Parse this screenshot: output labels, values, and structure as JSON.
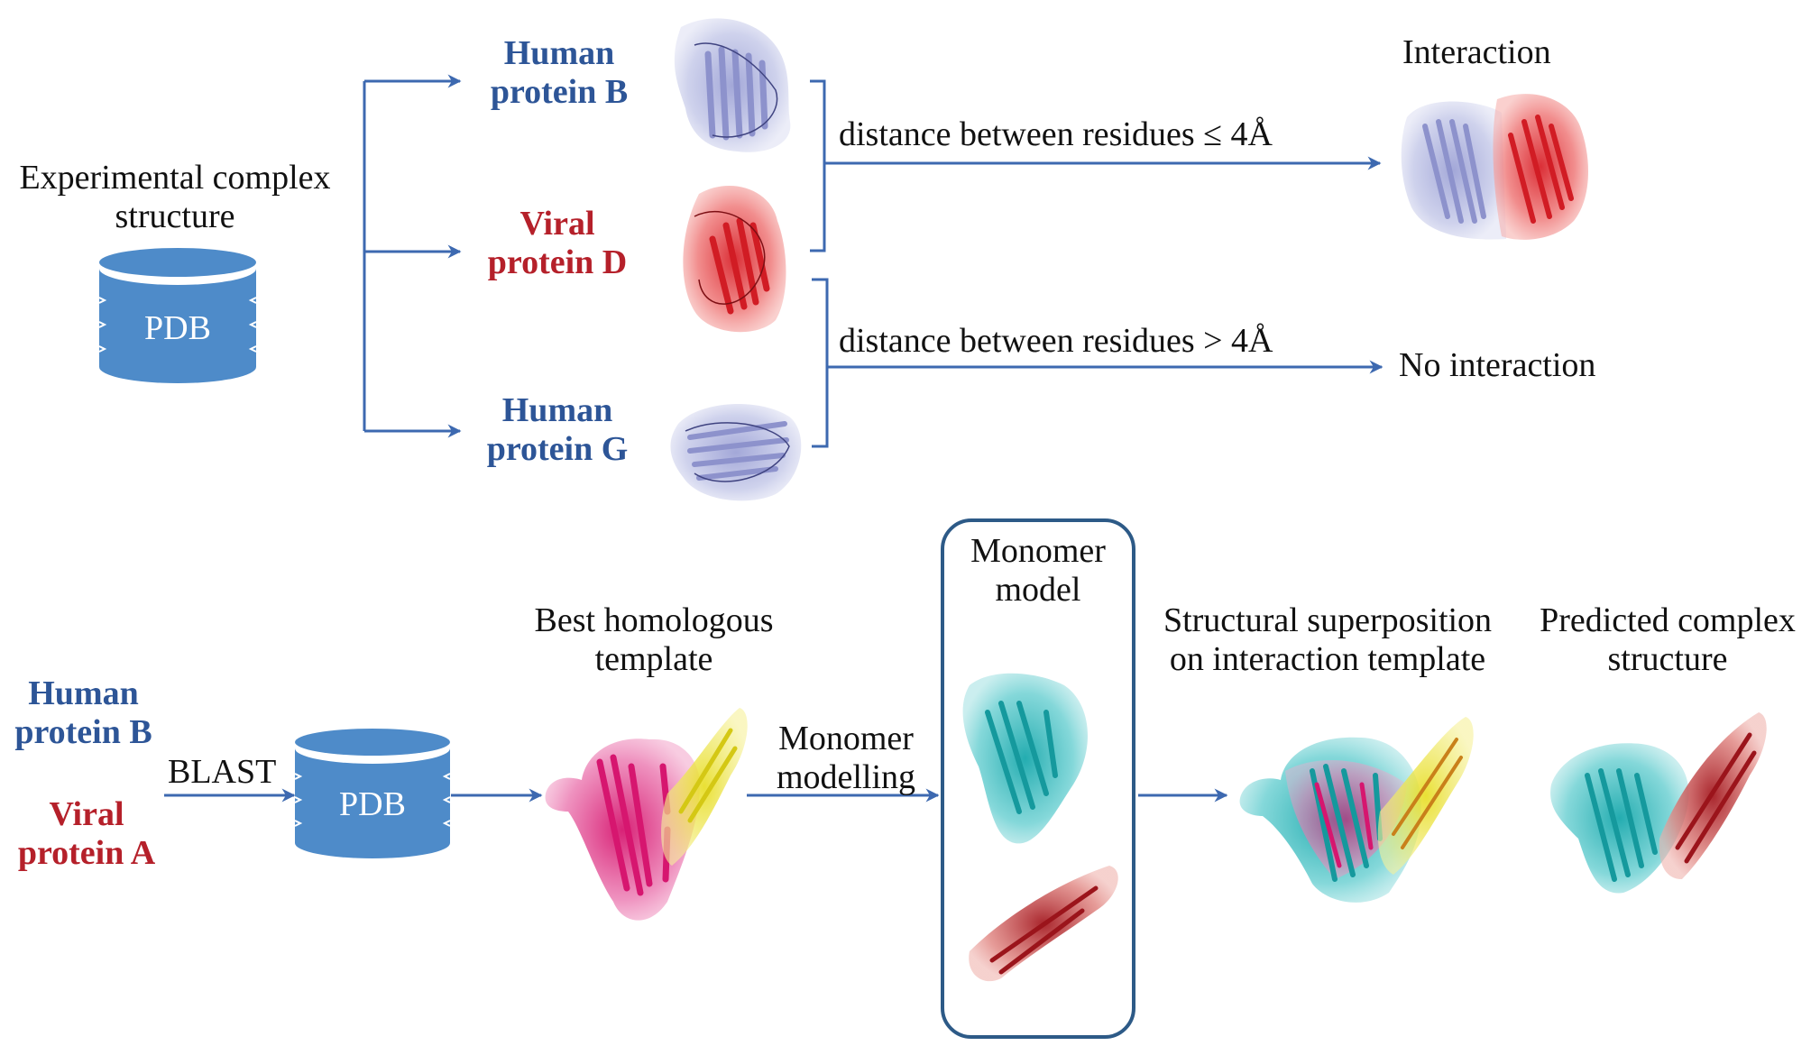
{
  "figure": {
    "top_panel": {
      "source_label": [
        "Experimental complex",
        "structure"
      ],
      "database_label": "PDB",
      "proteins": [
        {
          "line1": "Human",
          "line2": "protein B",
          "kind": "human"
        },
        {
          "line1": "Viral",
          "line2": "protein D",
          "kind": "viral"
        },
        {
          "line1": "Human",
          "line2": "protein G",
          "kind": "human"
        }
      ],
      "conditions": [
        {
          "text": "distance between residues ≤ 4Å",
          "outcome": "Interaction"
        },
        {
          "text": "distance between residues > 4Å",
          "outcome": "No interaction"
        }
      ]
    },
    "bottom_panel": {
      "inputs": [
        {
          "line1": "Human",
          "line2": "protein B",
          "kind": "human"
        },
        {
          "line1": "Viral",
          "line2": "protein A",
          "kind": "viral"
        }
      ],
      "search_label": "BLAST",
      "database_label": "PDB",
      "template_label": [
        "Best homologous",
        "template"
      ],
      "modelling_label": [
        "Monomer",
        "modelling"
      ],
      "monomer_label": [
        "Monomer",
        "model"
      ],
      "superposition_label": [
        "Structural superposition",
        "on interaction template"
      ],
      "predicted_label": [
        "Predicted complex",
        "structure"
      ]
    },
    "colors": {
      "human": "#2d5597",
      "viral": "#b5202a",
      "arrow": "#3d69b0",
      "database": "#4e8bc9",
      "box_border": "#2d5a87",
      "human_structure": "#b9bde3",
      "viral_structure": "#e8585a",
      "template_a": "#e0338a",
      "template_b": "#f0ea6a",
      "model_b": "#4fc4c7"
    }
  }
}
